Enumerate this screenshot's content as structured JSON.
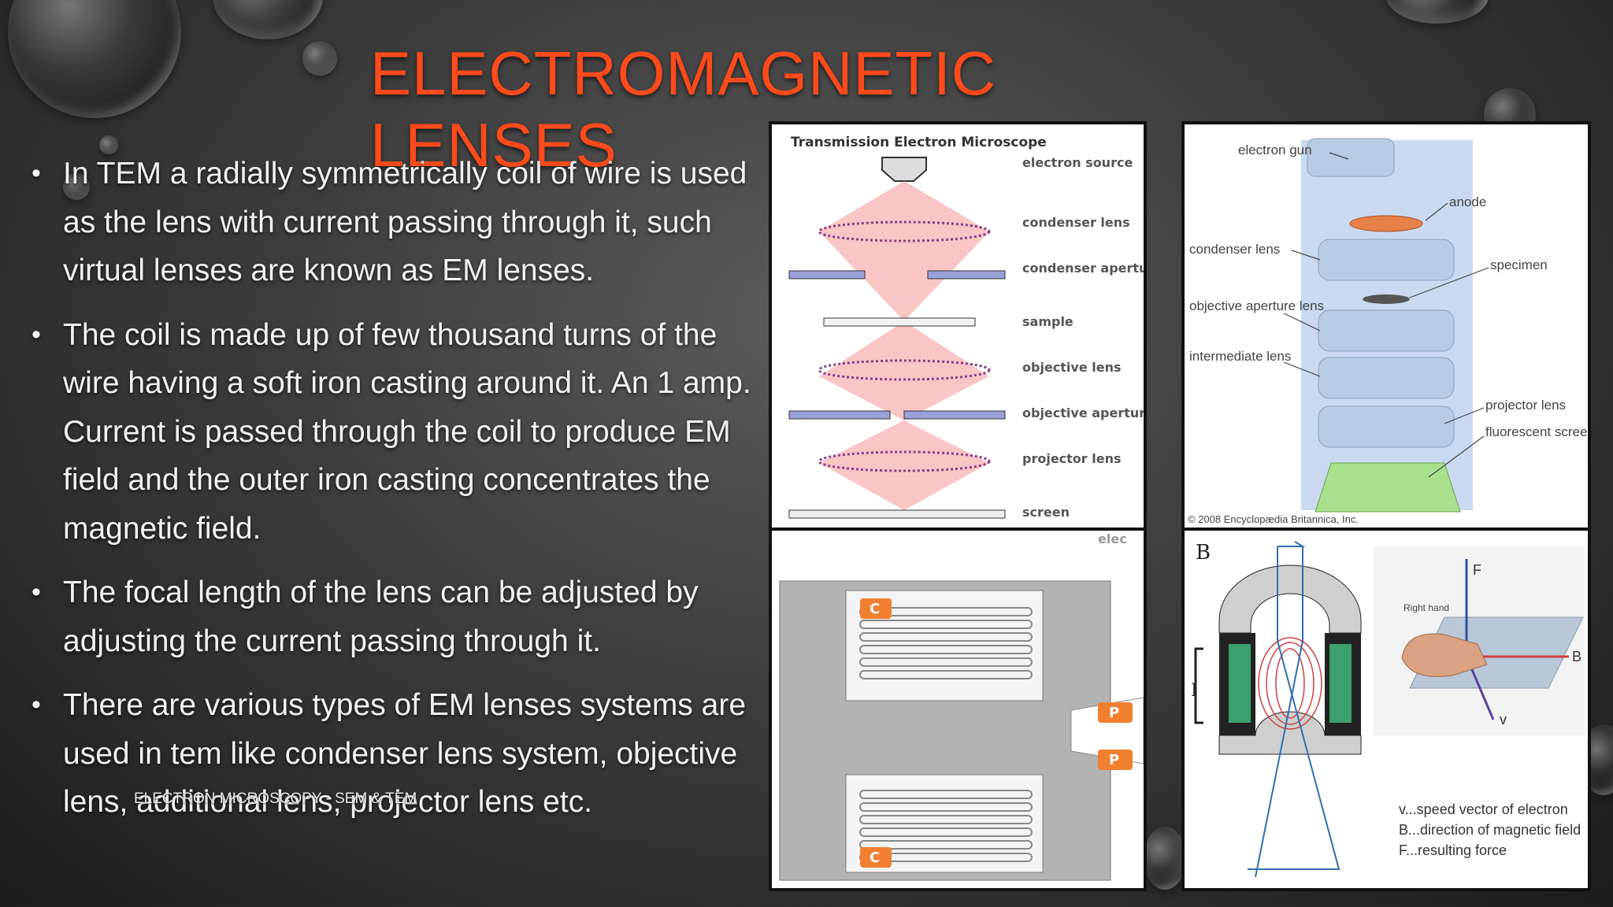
{
  "slide": {
    "title": "ELECTROMAGNETIC LENSES",
    "bullets": [
      "In TEM a radially symmetrically coil of wire is used as the lens with current passing through it, such virtual lenses are known as EM lenses.",
      "The coil is made up of few thousand turns of the wire having a soft iron casting around it. An 1 amp. Current is passed through the coil to produce EM field and the outer iron casting concentrates the magnetic field.",
      "The focal length of the lens can be adjusted by adjusting the current passing through it.",
      "There are various types of EM lenses systems are used in tem like condenser lens system, objective lens, additional lens, projector lens etc."
    ],
    "footer": "ELECTRON MICROSCOPY - SEM & TEM",
    "colors": {
      "title": "#ff4a1c",
      "text": "#f2f2f2"
    }
  },
  "diagram_tem": {
    "heading": "Transmission Electron Microscope",
    "labels": [
      "electron source",
      "condenser lens",
      "condenser aperture",
      "sample",
      "objective lens",
      "objective aperture",
      "projector lens",
      "screen"
    ]
  },
  "diagram_britannica": {
    "labels": {
      "gun": "electron gun",
      "anode": "anode",
      "condenser": "condenser lens",
      "specimen": "specimen",
      "objective": "objective aperture lens",
      "intermediate": "intermediate lens",
      "projector": "projector lens",
      "screen": "fluorescent screen"
    },
    "credit": "© 2008 Encyclopædia Britannica, Inc."
  },
  "diagram_coil": {
    "corner_text": "elec",
    "c_tag": "C",
    "p_tag": "P"
  },
  "diagram_field": {
    "letter_b": "B",
    "letter_i": "I",
    "letter_f": "F",
    "letter_v": "v",
    "hand_label": "Right hand",
    "legend": [
      "v...speed vector of electron",
      "B...direction of magnetic field",
      "F...resulting force"
    ]
  }
}
